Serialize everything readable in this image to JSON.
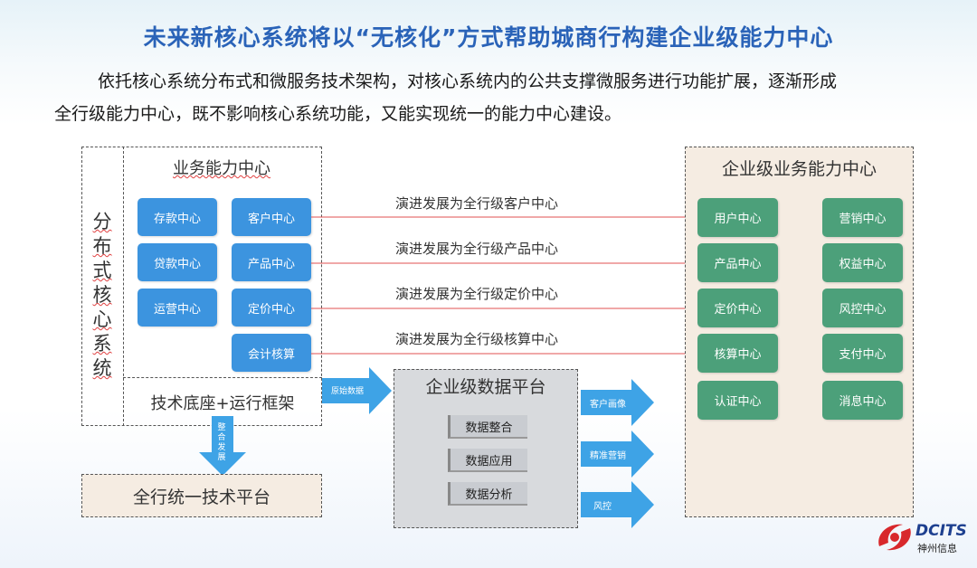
{
  "title": "未来新核心系统将以“无核化”方式帮助城商行构建企业级能力中心",
  "intro": {
    "line1": "依托核心系统分布式和微服务技术架构，对核心系统内的公共支撑微服务进行功能扩展，逐渐形成",
    "line2": "全行级能力中心，既不影响核心系统功能，又能实现统一的能力中心建设。"
  },
  "left": {
    "vertical_label": [
      "分",
      "布",
      "式",
      "核",
      "心",
      "系",
      "统"
    ],
    "business_title": "业务能力中心",
    "col1": [
      "存款中心",
      "贷款中心",
      "运营中心"
    ],
    "col2": [
      "客户中心",
      "产品中心",
      "定价中心",
      "会计核算"
    ],
    "tech_base": "技术底座+运行框架",
    "down_arrow_label": "整合发展",
    "bottom_platform": "全行统一技术平台"
  },
  "flows": [
    "演进发展为全行级客户中心",
    "演进发展为全行级产品中心",
    "演进发展为全行级定价中心",
    "演进发展为全行级核算中心"
  ],
  "data_platform": {
    "in_arrow_label": "原始数据",
    "title": "企业级数据平台",
    "items": [
      "数据整合",
      "数据应用",
      "数据分析"
    ],
    "out_arrows": [
      "客户画像",
      "精准营销",
      "风控"
    ]
  },
  "right": {
    "title": "企业级业务能力中心",
    "col1": [
      "用户中心",
      "产品中心",
      "定价中心",
      "核算中心",
      "认证中心"
    ],
    "col2": [
      "营销中心",
      "权益中心",
      "风控中心",
      "支付中心",
      "消息中心"
    ]
  },
  "logo": {
    "brand": "DCITS",
    "sub": "神州信息"
  },
  "colors": {
    "title": "#2a63b8",
    "blue_box": "#3c94df",
    "green_box": "#4ca07a",
    "arrow": "#3ea3e6",
    "flow_line": "#e05050"
  }
}
